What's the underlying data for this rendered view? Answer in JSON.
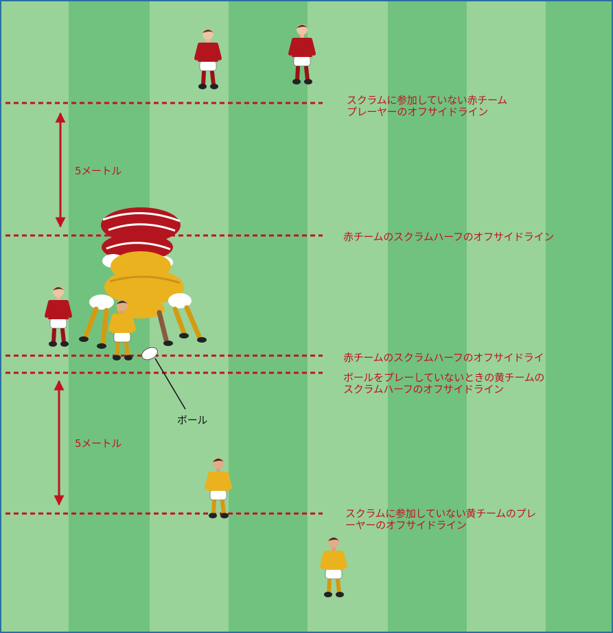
{
  "labels": {
    "red_backs_offside": "スクラムに参加していない赤チーム\nプレーヤーのオフサイドライン",
    "distance_top": "5メートル",
    "red_scrumhalf_offside": "赤チームのスクラムハーフのオフサイドライン",
    "red_scrumhalf_offside_2": "赤チームのスクラムハーフのオフサイドライ",
    "yellow_scrumhalf_offside": "ボールをプレーしていないときの黄チームの\nスクラムハーフのオフサイドライン",
    "ball": "ボール",
    "distance_bottom": "5メートル",
    "yellow_backs_offside": "スクラムに参加していない黄チームのプレ\nーヤーのオフサイドライン"
  },
  "colors": {
    "stripe_light": "#99d39a",
    "stripe_dark": "#72c27f",
    "border": "#2b6ea3",
    "offside_line": "#c1121f",
    "red_team": "#b3151e",
    "yellow_team": "#eab21f"
  },
  "icons": [
    "rugby-scrum",
    "rugby-player",
    "rugby-ball",
    "double-arrow"
  ]
}
